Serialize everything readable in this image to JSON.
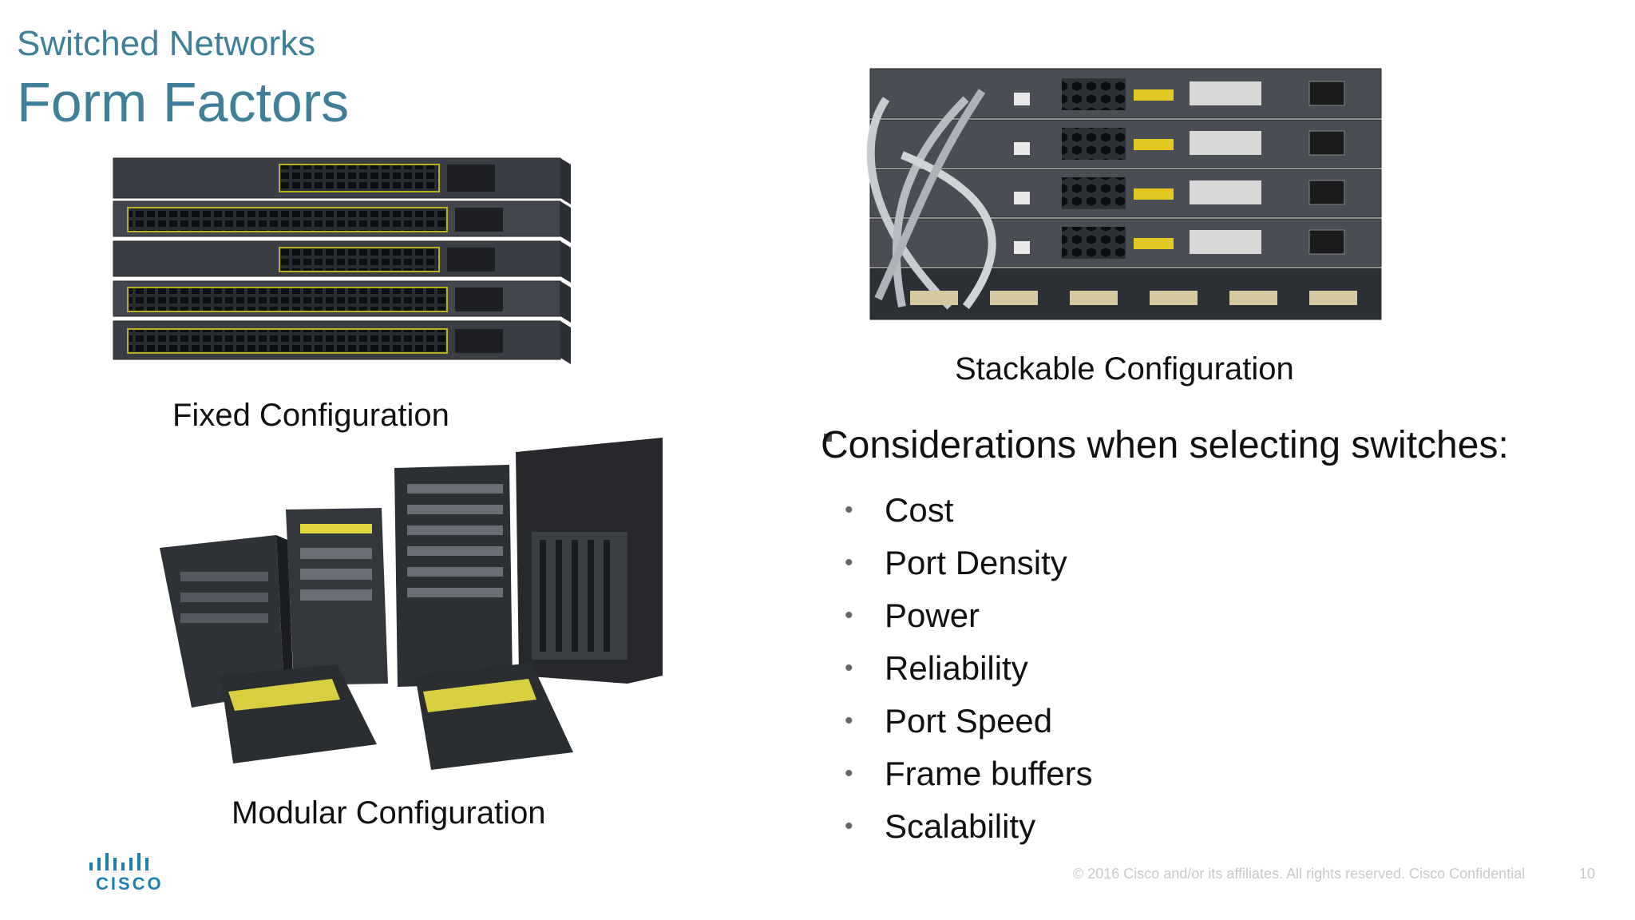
{
  "header": {
    "subtitle": "Switched Networks",
    "title": "Form Factors"
  },
  "figures": {
    "fixed_caption": "Fixed Configuration",
    "stackable_caption": "Stackable Configuration",
    "modular_caption": "Modular Configuration"
  },
  "considerations": {
    "heading": "Considerations when selecting switches:",
    "items": [
      "Cost",
      "Port Density",
      "Power",
      "Reliability",
      "Port Speed",
      "Frame buffers",
      "Scalability"
    ]
  },
  "footer": {
    "copyright": "© 2016  Cisco and/or its affiliates. All rights reserved.   Cisco Confidential",
    "page_number": "10",
    "logo_text": "CISCO"
  },
  "colors": {
    "title": "#3f7f99",
    "text": "#111111",
    "footer": "#c8c8c8",
    "logo": "#1e7fb0"
  }
}
